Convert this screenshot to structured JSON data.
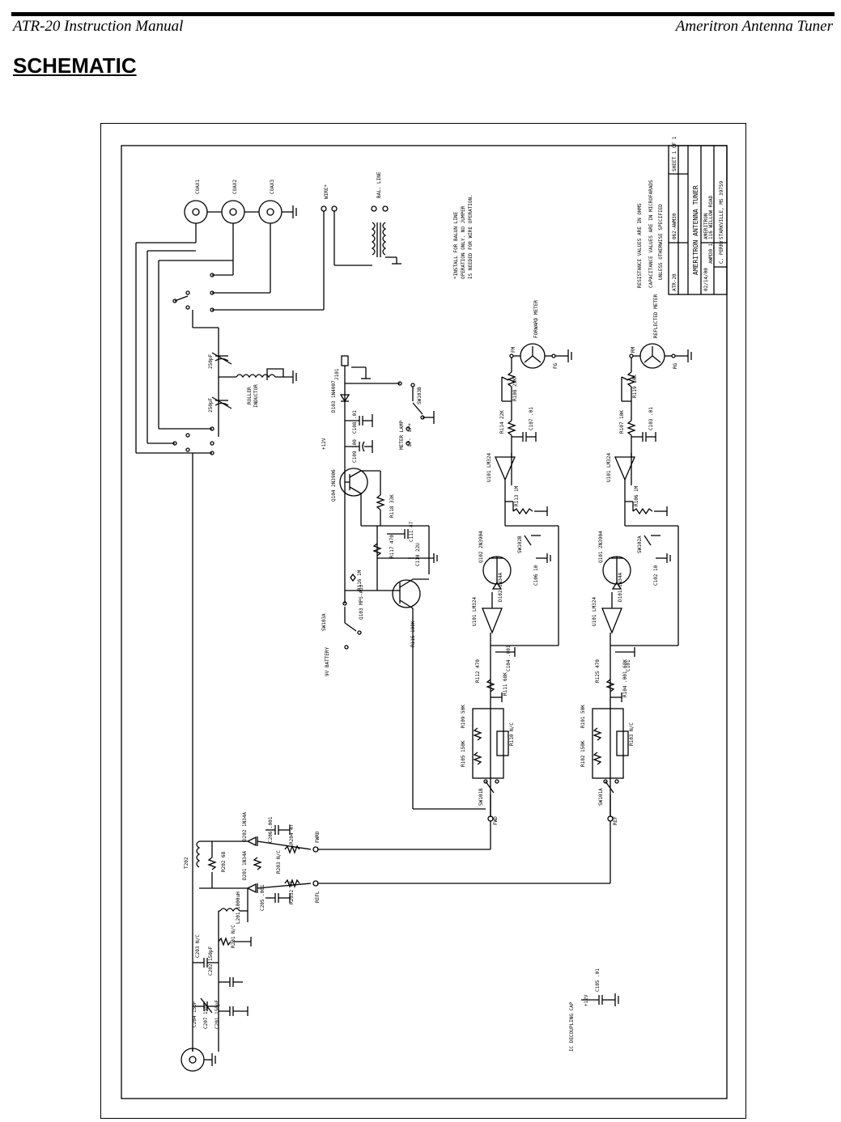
{
  "header": {
    "left": "ATR-20 Instruction Manual",
    "right": "Ameritron Antenna Tuner"
  },
  "page_title": "SCHEMATIC",
  "schematic": {
    "notes": [
      "*INSTALL FOR BALUN LINE",
      "OPERATION ONLY. NO JUMPER",
      "IS NEEDED FOR WIRE OPERATION."
    ],
    "title_block": {
      "units": [
        "RESISTANCE VALUES ARE IN OHMS",
        "CAPACITANCE VALUES ARE IN MICROFARADS",
        "UNLESS OTHERWISE SPECIFIED"
      ],
      "model": "ATR-20",
      "doc_number": "062-AWM30",
      "sheet": "SHEET 1 OF 1",
      "title": "AMERITRON ANTENNA TUNER",
      "company": "AMERITRON",
      "address": "116 WILLOW ROAD",
      "city": "STARKVILLE, MS 39759",
      "date": "02/14/00",
      "file": "AWM30_1",
      "drawn_by": "C. PERRY"
    },
    "connectors": [
      "COAX1",
      "COAX2",
      "COAX3",
      "WIRE*",
      "BAL. LINE"
    ],
    "labels": {
      "cap_top": "250pF",
      "cap_bot": "250pF",
      "roller": "ROLLER",
      "inductor": "INDUCTOR",
      "j101": "J101",
      "d103": "D103 1N4007",
      "plus12": "+12V",
      "c108": "C108 .01",
      "c109": "C109 100",
      "meter_lamp": "METER LAMP",
      "lp_minus": "LP-",
      "lp_plus": "LP+",
      "sw103b": "SW103B",
      "q104": "Q104 2N3906",
      "r118": "R118 33K",
      "c111": "C111 47",
      "r117": "R117 470",
      "c110": "C110 22U",
      "r116": "R116 1M",
      "q103": "Q103 MPS-A13",
      "r115": "R115 100K",
      "sw103a": "SW103A",
      "battery": "9V BATTERY",
      "fwd_meter": "FORWARD METER",
      "fm": "FM",
      "fg": "FG",
      "r108": "R108 25K",
      "r114": "R114 22K",
      "c107": "C107 .01",
      "u101a": "U101 LM324",
      "r113": "R113 1M",
      "q102": "Q102 2N3904",
      "sw102b": "SW102B",
      "c106": "C106 10",
      "d102": "D102 1N34A",
      "u101b": "U101 LM324",
      "c104": "C104 .001",
      "r112": "R112 470",
      "r111": "R111 68K",
      "r109": "R109 50K",
      "r110": "R110 N/C",
      "r105": "R105 150K",
      "sw101b": "SW101B",
      "fwd": "FWD",
      "refl_meter": "REFLECTED METER",
      "rm": "RM",
      "rg": "RG",
      "r119": "R119 10K",
      "r107": "R107 10K",
      "c103": "C103 .01",
      "u101c": "U101 LM324",
      "r106": "R106 1M",
      "q101": "Q101 2N3904",
      "sw102a": "SW102A",
      "c102": "C102 10",
      "d101": "D101 1N34A",
      "u101d": "U101 LM324",
      "c101": "C101",
      "r125": "R125 470",
      "r104": "R104 .001 68K",
      "r101": "R101 50K",
      "r103": "R103 N/C",
      "r102": "R102 150K",
      "sw101a": "SW101A",
      "ref": "REF",
      "t202": "T202",
      "d202": "D202 1N34A",
      "c206": "C206 .001",
      "r204": "R204 47",
      "fwrd": "FWRD",
      "r202": "R202 68",
      "d201": "D201 1N34A",
      "r203": "R203 N/C",
      "c205": "C205 .001",
      "r2032": "R2032 47",
      "refl": "REFL",
      "l201": "L201 1000uH",
      "r201": "R201 N/C",
      "c203": "C203 N/C",
      "c202": "C202 150pF",
      "c204": "C204 15pF",
      "c207": "C207 15pF",
      "c201": "C201 150pF",
      "ic_cap": "IC DECOUPLING CAP",
      "ic_plus": "+12V",
      "c105": "C105 .01"
    }
  }
}
